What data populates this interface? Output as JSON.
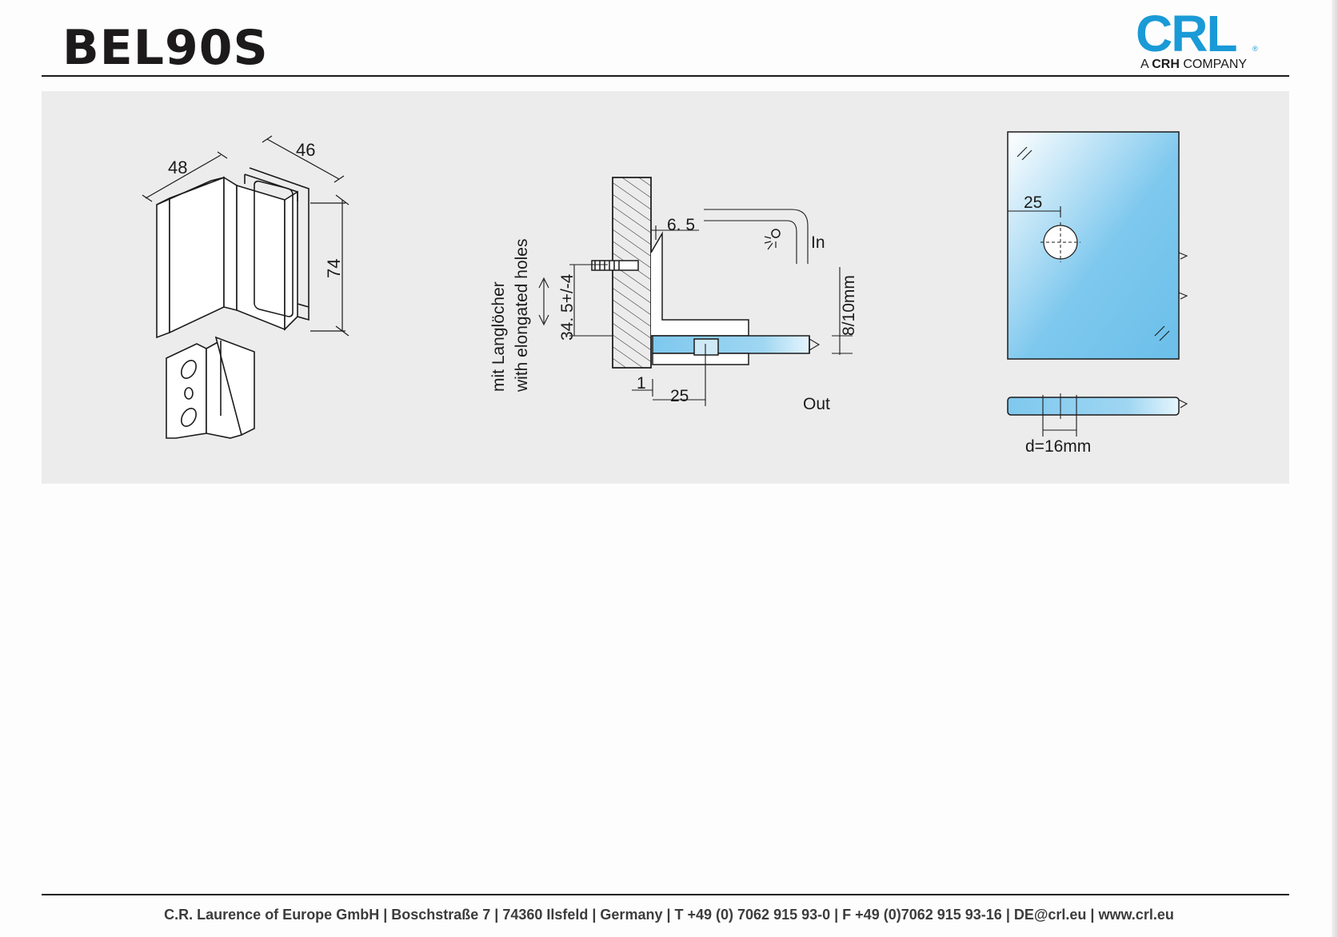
{
  "header": {
    "title": "BEL90S",
    "logo": {
      "mark": "CRL",
      "registered": "®",
      "sub_prefix": "A ",
      "sub_bold": "CRH",
      "sub_suffix": " COMPANY"
    }
  },
  "drawing_1": {
    "dim_width": "48",
    "dim_depth": "46",
    "dim_height": "74"
  },
  "drawing_2": {
    "label_de": "mit Langlöcher",
    "label_en": "with elongated holes",
    "dim_vertical": "34. 5+/-4",
    "dim_gap": "6. 5",
    "dim_thickness": "8/10mm",
    "dim_offset": "1",
    "dim_length": "25",
    "label_in": "In",
    "label_out": "Out"
  },
  "drawing_3": {
    "dim_hole_offset": "25",
    "dim_hole_diameter": "d=16mm"
  },
  "colors": {
    "glass": "#7ec8ee",
    "glass_light": "#e6f5fd",
    "panel": "#ececec",
    "ink": "#1c1a1a",
    "brand": "#1a9ad6"
  },
  "footer": {
    "text": "C.R. Laurence of Europe GmbH | Boschstraße 7 | 74360 Ilsfeld | Germany | T +49 (0) 7062 915 93-0 | F +49 (0)7062 915 93-16 | DE@crl.eu | www.crl.eu"
  }
}
